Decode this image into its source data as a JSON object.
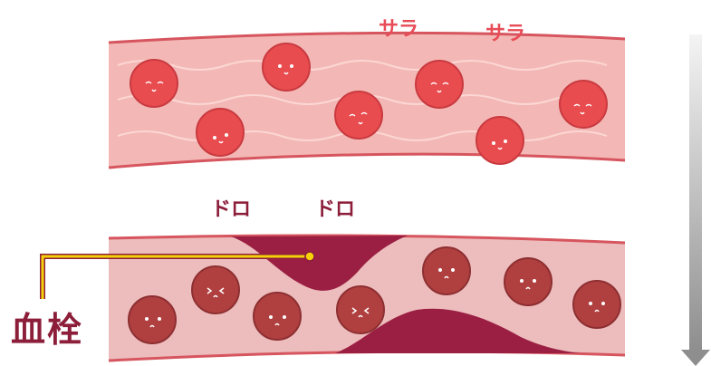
{
  "labels": {
    "smooth_1": "サラ",
    "smooth_2": "サラ",
    "sticky_1": "ドロ",
    "sticky_2": "ドロ",
    "thrombus": "血栓"
  },
  "colors": {
    "vessel_fill": "#f3b8b5",
    "vessel_wall": "#d6555e",
    "healthy_cell": "#e84c4f",
    "sick_cell": "#b0403f",
    "clot": "#9b1f43",
    "callout_line": "#f5d10a",
    "callout_outline": "#8c1e3a",
    "arrow_gradient_top": "#f2f2f2",
    "arrow_gradient_bottom": "#8e8e8e"
  }
}
